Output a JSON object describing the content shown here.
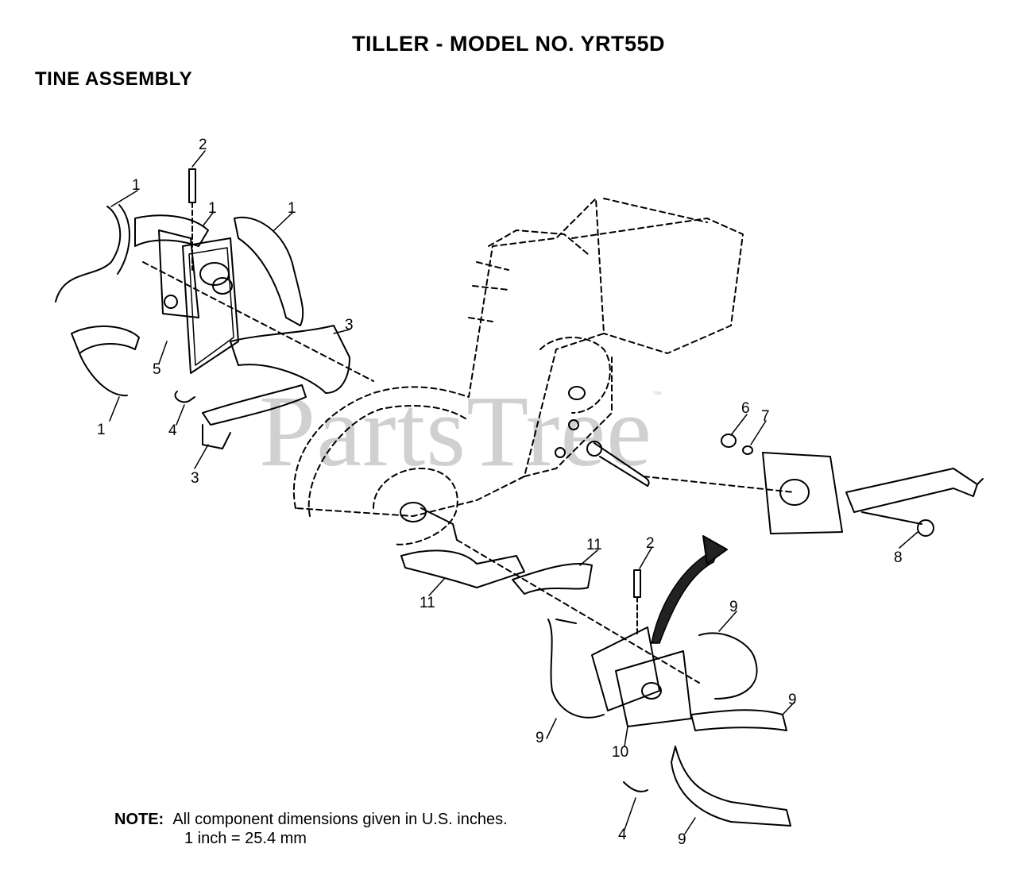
{
  "header": {
    "title": "TILLER - MODEL NO. YRT55D",
    "subtitle": "TINE ASSEMBLY"
  },
  "watermark": {
    "text": "PartsTree",
    "trademark": "™"
  },
  "callouts": [
    "1",
    "1",
    "1",
    "1",
    "2",
    "2",
    "3",
    "3",
    "4",
    "4",
    "5",
    "6",
    "7",
    "8",
    "9",
    "9",
    "9",
    "9",
    "10",
    "11",
    "11"
  ],
  "note": {
    "label": "NOTE:",
    "line1": "All component dimensions given in U.S. inches.",
    "line2": "1 inch = 25.4 mm"
  }
}
